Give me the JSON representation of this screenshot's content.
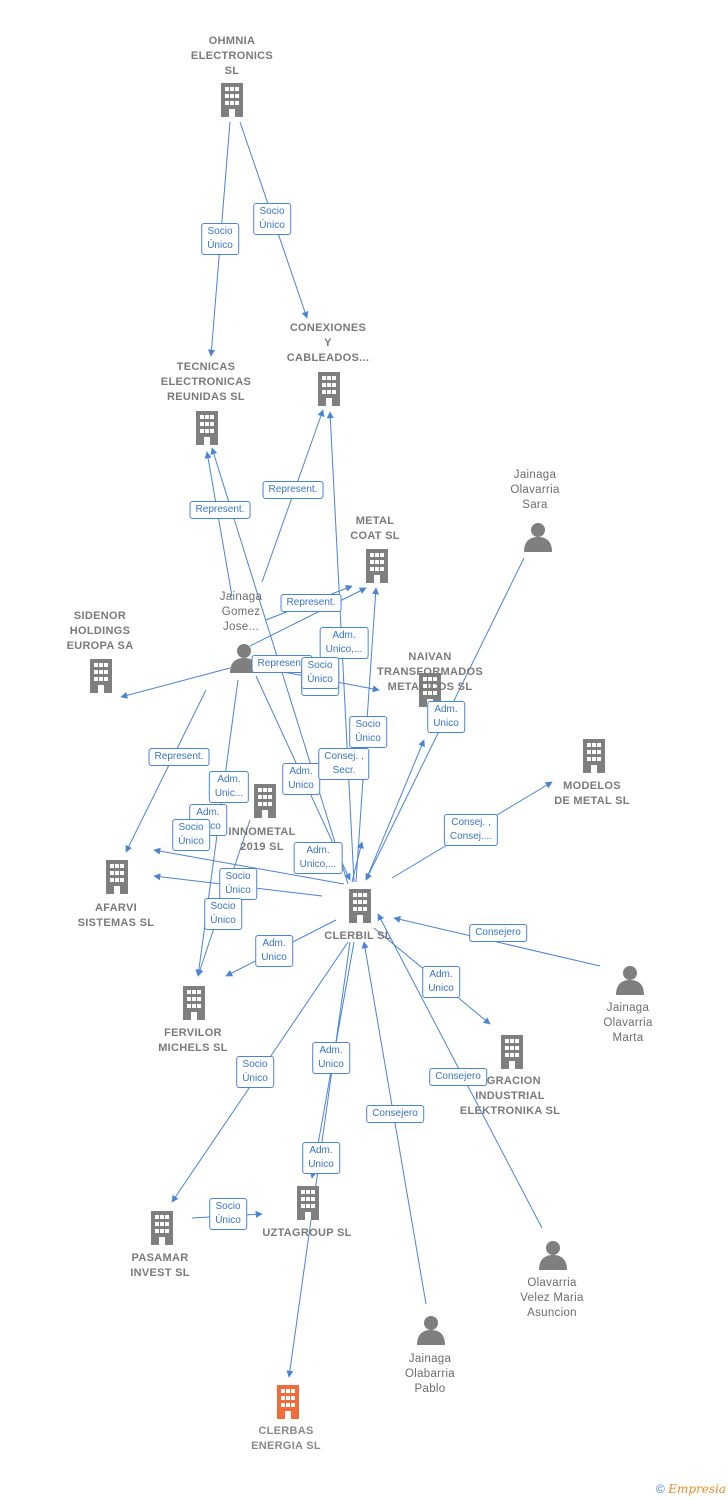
{
  "colors": {
    "edge": "#4a84d6",
    "company": "#7f7f7f",
    "highlight": "#f26b3a",
    "person": "#7f7f7f"
  },
  "nodes": {
    "ohmnia": {
      "label": "OHMNIA\nELECTRONICS\nSL",
      "icon": "building-icon"
    },
    "tecnicas": {
      "label": "TECNICAS\nELECTRONICAS\nREUNIDAS SL",
      "icon": "building-icon"
    },
    "conexiones": {
      "label": "CONEXIONES\nY\nCABLEADOS...",
      "icon": "building-icon"
    },
    "sara": {
      "label": "Jainaga\nOlavarria\nSara",
      "icon": "person-icon"
    },
    "metalcoat": {
      "label": "METAL\nCOAT SL",
      "icon": "building-icon"
    },
    "sidenor": {
      "label": "SIDENOR\nHOLDINGS\nEUROPA SA",
      "icon": "building-icon"
    },
    "jose": {
      "label": "Jainaga\nGomez\nJose...",
      "icon": "person-icon"
    },
    "naivan": {
      "label": "NAIVAN\nTRANSFORMADOS\nMETALICOS SL",
      "icon": "building-icon"
    },
    "modelos": {
      "label": "MODELOS\nDE METAL SL",
      "icon": "building-icon"
    },
    "innometal": {
      "label": "INNOMETAL\n2019 SL",
      "icon": "building-icon"
    },
    "afarvi": {
      "label": "AFARVI\nSISTEMAS SL",
      "icon": "building-icon"
    },
    "clerbil": {
      "label": "CLERBIL SL",
      "icon": "building-icon"
    },
    "marta": {
      "label": "Jainaga\nOlavarria\nMarta",
      "icon": "person-icon"
    },
    "fervilor": {
      "label": "FERVILOR\nMICHELS SL",
      "icon": "building-icon"
    },
    "integracion": {
      "label": "EGRACION\nINDUSTRIAL\nELEKTRONIKA SL",
      "icon": "building-icon"
    },
    "uztagroup": {
      "label": "UZTAGROUP SL",
      "icon": "building-icon"
    },
    "pasamar": {
      "label": "PASAMAR\nINVEST SL",
      "icon": "building-icon"
    },
    "olavarria": {
      "label": "Olavarria\nVelez Maria\nAsuncion",
      "icon": "person-icon"
    },
    "pablo": {
      "label": "Jainaga\nOlabarria\nPablo",
      "icon": "person-icon"
    },
    "clerbas": {
      "label": "CLERBAS\nENERGIA SL",
      "icon": "building-icon"
    }
  },
  "edges": [
    {
      "from": "ohmnia",
      "to": "tecnicas",
      "label": "Socio\nÚnico"
    },
    {
      "from": "ohmnia",
      "to": "conexiones",
      "label": "Socio\nÚnico"
    },
    {
      "from": "jose",
      "to": "tecnicas",
      "label": "Represent."
    },
    {
      "from": "jose",
      "to": "conexiones",
      "label": "Represent."
    },
    {
      "from": "jose",
      "to": "metalcoat",
      "label": "Represent."
    },
    {
      "from": "jose",
      "to": "sidenor",
      "label": "Represent."
    },
    {
      "from": "jose",
      "to": "afarvi",
      "label": "Represent."
    },
    {
      "from": "jose",
      "to": "naivan",
      "label": "Adm.\nUnic..."
    },
    {
      "from": "jose",
      "to": "fervilor",
      "label": "Adm.\nUnico,..."
    },
    {
      "from": "jose",
      "to": "clerbil",
      "label": "Adm.\nUnico,..."
    },
    {
      "from": "clerbil",
      "to": "metalcoat",
      "label": "Adm.\nUnico"
    },
    {
      "from": "clerbil",
      "to": "conexiones",
      "label": "Socio\nÚnico"
    },
    {
      "from": "clerbil",
      "to": "naivan",
      "label": "Adm.\nUnico"
    },
    {
      "from": "clerbil",
      "to": "tecnicas",
      "label": "Consej. ,\nConsej...."
    },
    {
      "from": "clerbil",
      "to": "modelos",
      "label": "Adm.\nUnico"
    },
    {
      "from": "sara",
      "to": "clerbil",
      "label": "Consej. ,\nSecr."
    },
    {
      "from": "clerbil",
      "to": "afarvi",
      "label": "Socio\nÚnico"
    },
    {
      "from": "clerbil",
      "to": "fervilor",
      "label": "Adm.\nUnico"
    },
    {
      "from": "clerbil",
      "to": "innometal",
      "label": "Adm.\nUnico"
    },
    {
      "from": "innometal",
      "to": "fervilor",
      "label": "Socio\nÚnico"
    },
    {
      "from": "marta",
      "to": "clerbil",
      "label": "Consejero"
    },
    {
      "from": "clerbil",
      "to": "integracion",
      "label": "Adm.\nUnico"
    },
    {
      "from": "olavarria",
      "to": "clerbil",
      "label": "Consejero"
    },
    {
      "from": "pablo",
      "to": "clerbil",
      "label": "Consejero"
    },
    {
      "from": "clerbil",
      "to": "pasamar",
      "label": "Socio\nÚnico"
    },
    {
      "from": "clerbil",
      "to": "uztagroup",
      "label": "Adm.\nUnico"
    },
    {
      "from": "clerbil",
      "to": "clerbas",
      "label": "Adm.\nUnico"
    },
    {
      "from": "pasamar",
      "to": "uztagroup",
      "label": "Socio\nÚnico"
    },
    {
      "from": "sidenor",
      "to": "afarvi",
      "label": "Socio\nÚnico"
    },
    {
      "from": "jose",
      "to": "metalcoat",
      "label": "Socio\nÚnico"
    }
  ],
  "footer": {
    "copyright": "©",
    "brand": "Empresia"
  }
}
